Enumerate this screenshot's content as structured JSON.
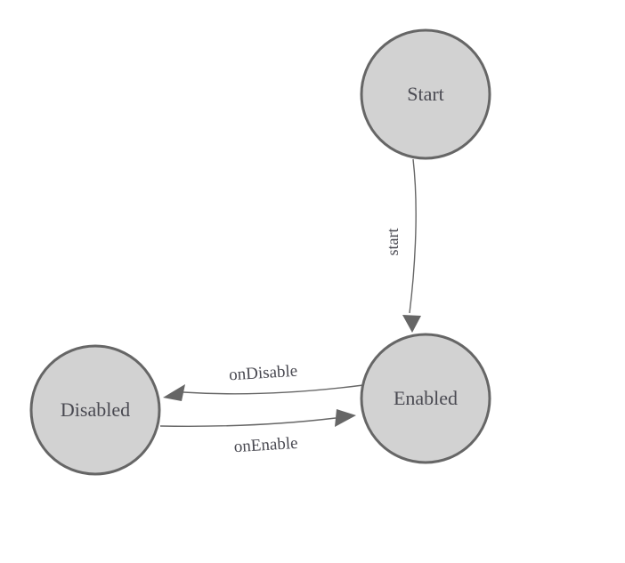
{
  "diagram": {
    "type": "state-machine",
    "nodes": [
      {
        "id": "start",
        "label": "Start"
      },
      {
        "id": "enabled",
        "label": "Enabled"
      },
      {
        "id": "disabled",
        "label": "Disabled"
      }
    ],
    "edges": [
      {
        "from": "start",
        "to": "enabled",
        "label": "start"
      },
      {
        "from": "enabled",
        "to": "disabled",
        "label": "onDisable"
      },
      {
        "from": "disabled",
        "to": "enabled",
        "label": "onEnable"
      }
    ]
  },
  "colors": {
    "background": "#ffffff",
    "node_fill": "#d2d2d2",
    "node_stroke": "#666666",
    "edge_stroke": "#666666",
    "arrow_fill": "#666666",
    "label_color": "#4a4a52"
  }
}
